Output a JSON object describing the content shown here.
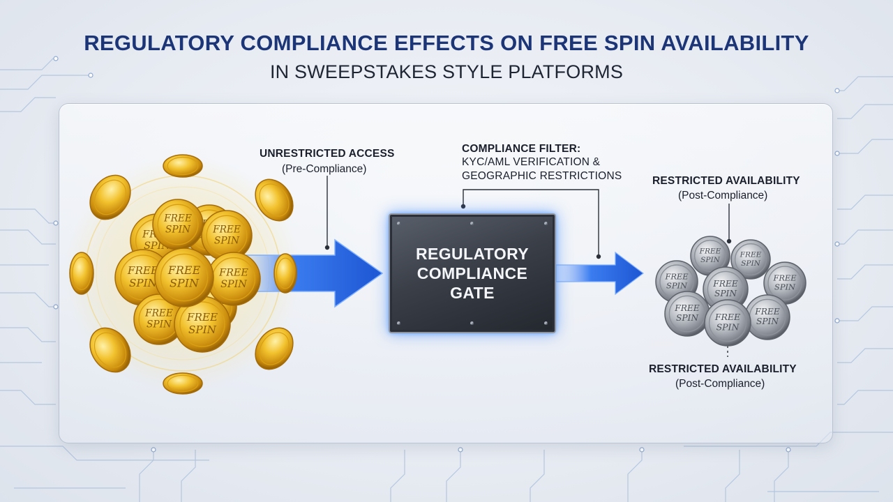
{
  "header": {
    "title": "REGULATORY COMPLIANCE EFFECTS ON FREE SPIN AVAILABILITY",
    "subtitle": "IN SWEEPSTAKES STYLE PLATFORMS"
  },
  "flow": {
    "unrestricted": {
      "title": "UNRESTRICTED ACCESS",
      "sub": "(Pre-Compliance)"
    },
    "filter": {
      "title": "COMPLIANCE FILTER:",
      "line1": "KYC/AML VERIFICATION &",
      "line2": "GEOGRAPHIC RESTRICTIONS"
    },
    "gate": {
      "line1": "REGULATORY",
      "line2": "COMPLIANCE",
      "line3": "GATE"
    },
    "restricted_top": {
      "title": "RESTRICTED AVAILABILITY",
      "sub": "(Post-Compliance)"
    },
    "restricted_bottom": {
      "title": "RESTRICTED AVAILABILITY",
      "sub": "(Post-Compliance)"
    }
  },
  "coins": {
    "gold_text_1": "FREE",
    "gold_text_2": "SPIN",
    "silver_text_1": "FREE",
    "silver_text_2": "SPIN"
  },
  "colors": {
    "title": "#1c3577",
    "gold": "#e7b421",
    "silver": "#b8bcc3",
    "arrow": "#2f6fe0",
    "circuit": "#9db4d6"
  }
}
